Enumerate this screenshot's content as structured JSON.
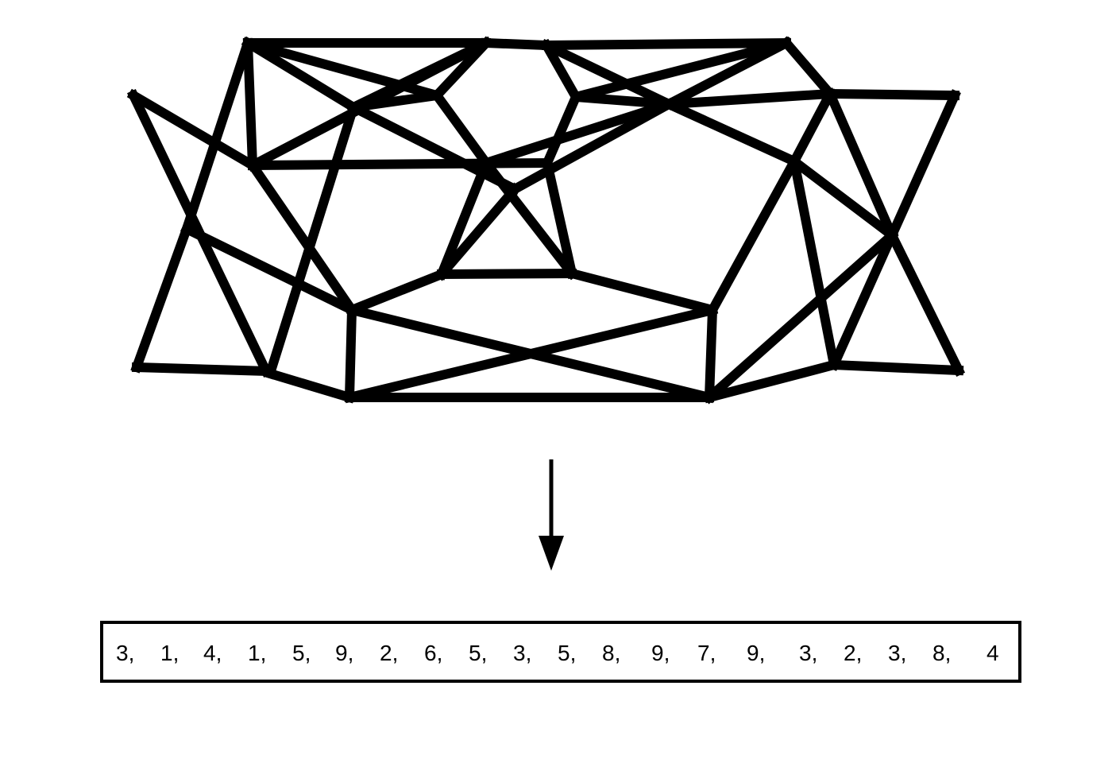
{
  "colors": {
    "stroke": "#000000",
    "background": "#ffffff"
  },
  "sequence": {
    "items": [
      "3,",
      "1,",
      "4,",
      "1,",
      "5,",
      "9,",
      "2,",
      "6,",
      "5,",
      "3,",
      "5,",
      "8,",
      "9,",
      "7,",
      "9,",
      "3,",
      "2,",
      "3,",
      "8,",
      "4"
    ]
  }
}
